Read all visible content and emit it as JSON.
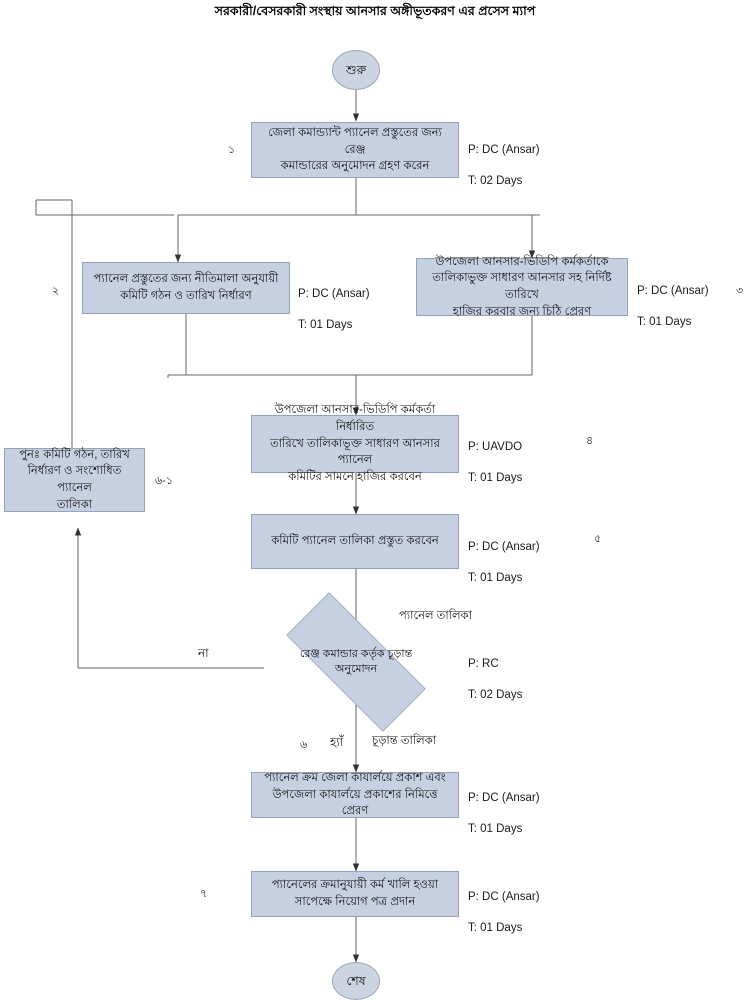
{
  "diagram": {
    "title": "সরকারী/বেসরকারী সংস্থায় আনসার অঙ্গীভূতকরণ এর প্রসেস ম্যাপ",
    "type": "flowchart",
    "nodes": {
      "start": {
        "label": "শুরু",
        "shape": "terminator"
      },
      "end": {
        "label": "শেষ",
        "shape": "terminator"
      },
      "p1": {
        "label": "জেলা কমান্ড্যান্ট প্যানেল প্রস্তুতের জন্য রেঞ্জ\nকমান্ডারের অনুমোদন গ্রহণ করেন",
        "shape": "process"
      },
      "p2": {
        "label": "প্যানেল প্রস্তুতের জন্য নীতিমালা অনুযায়ী\nকমিটি গঠন ও তারিখ নির্ধারণ",
        "shape": "process"
      },
      "p3": {
        "label": "উপজেলা আনসার-ভিডিপি কর্মকর্তাকে\nতালিকাভুক্ত সাধারণ আনসার সহ নির্দিষ্ট তারিখে\nহাজির করবার জন্য চিঠি প্রেরণ",
        "shape": "process"
      },
      "p4": {
        "label": "উপজেলা আনসার-ভিডিপি কর্মকর্তা নির্ধারিত\nতারিখে তালিকাভূক্ত সাধারণ আনসার প্যানেল\nকমিটির সামনে হাজির করবেন",
        "shape": "process"
      },
      "p5": {
        "label": "কমিটি প্যানেল তালিকা প্রস্তুত করবেন",
        "shape": "process"
      },
      "p6": {
        "label": "পুনঃ  কমিটি গঠন, তারিখ\nনির্ধারণ ও সংশোধিত প্যানেল\nতালিকা",
        "shape": "process"
      },
      "p7": {
        "label": "প্যানেল ক্রম জেলা কাযার্লয়ে প্রকাশ এবং\nউপজেলা কাযার্লয়ে প্রকাশের নিমিত্তে প্রেরণ",
        "shape": "process"
      },
      "p8": {
        "label": "প্যানেলের ক্রমানুযায়ী কর্ম খালি হওয়া\nসাপেক্ষে নিয়োগ পত্র প্রদান",
        "shape": "process"
      },
      "d1": {
        "label": "রেঞ্জ কমান্ডার কর্তৃক চূড়ান্ত\nঅনুমোদন",
        "shape": "decision"
      }
    },
    "annotations": {
      "a1": {
        "person": "P: DC (Ansar)",
        "time": "T: 02 Days"
      },
      "a2": {
        "person": "P: DC (Ansar)",
        "time": "T: 01 Days"
      },
      "a3": {
        "person": "P: DC (Ansar)",
        "time": "T: 01 Days"
      },
      "a4": {
        "person": "P: UAVDO",
        "time": "T: 01 Days"
      },
      "a5": {
        "person": "P: DC (Ansar)",
        "time": "T: 01 Days"
      },
      "a6": {
        "person": "P: RC",
        "time": "T: 02 Days"
      },
      "a7": {
        "person": "P: DC (Ansar)",
        "time": "T: 01 Days"
      },
      "a8": {
        "person": "P: DC (Ansar)",
        "time": "T: 01 Days"
      }
    },
    "step_numbers": {
      "s1": "১",
      "s2": "২",
      "s3": "৩",
      "s4": "৪",
      "s5": "৫",
      "s6": "৬",
      "s6_1": "৬-১",
      "s7": "৭"
    },
    "edge_labels": {
      "no": "না",
      "yes": "হ্যাঁ"
    },
    "artifacts": {
      "panel_list": "প্যানেল তালিকা",
      "final_list": "চূড়ান্ত তালিকা"
    },
    "colors": {
      "node_fill": "#c6d0e0",
      "node_stroke": "#94a3b8",
      "connector": "#555555",
      "text": "#111111"
    }
  }
}
